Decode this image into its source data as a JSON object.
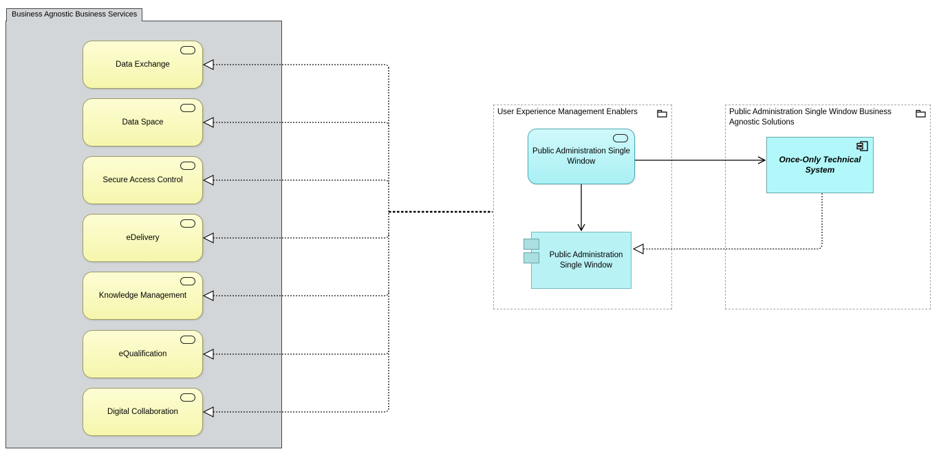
{
  "diagram": {
    "container": {
      "title": "Business Agnostic Business Services",
      "services": [
        {
          "label": "Data Exchange"
        },
        {
          "label": "Data Space"
        },
        {
          "label": "Secure Access Control"
        },
        {
          "label": "eDelivery"
        },
        {
          "label": "Knowledge Management"
        },
        {
          "label": "eQualification"
        },
        {
          "label": "Digital Collaboration"
        }
      ]
    },
    "groups": [
      {
        "title": "User Experience Management Enablers",
        "service": {
          "label": "Public Administration Single Window"
        },
        "component": {
          "label": "Public Administration Single Window"
        }
      },
      {
        "title": "Public Administration Single Window Business Agnostic Solutions",
        "component": {
          "label": "Once-Only Technical System"
        }
      }
    ],
    "icons": {
      "business_service_badge": "rounded-rectangle-icon",
      "grouping_badge": "folder-icon",
      "application_component_badge": "uml-component-icon"
    },
    "colors": {
      "business_fill": "#FBFBC9",
      "business_border": "#9B9B63",
      "application_fill": "#B8F5F8",
      "application_border": "#4FA8B2",
      "container_fill": "#D3D6D9",
      "container_border": "#464646",
      "group_border": "#A3A3A3",
      "connector": "#000000"
    }
  }
}
